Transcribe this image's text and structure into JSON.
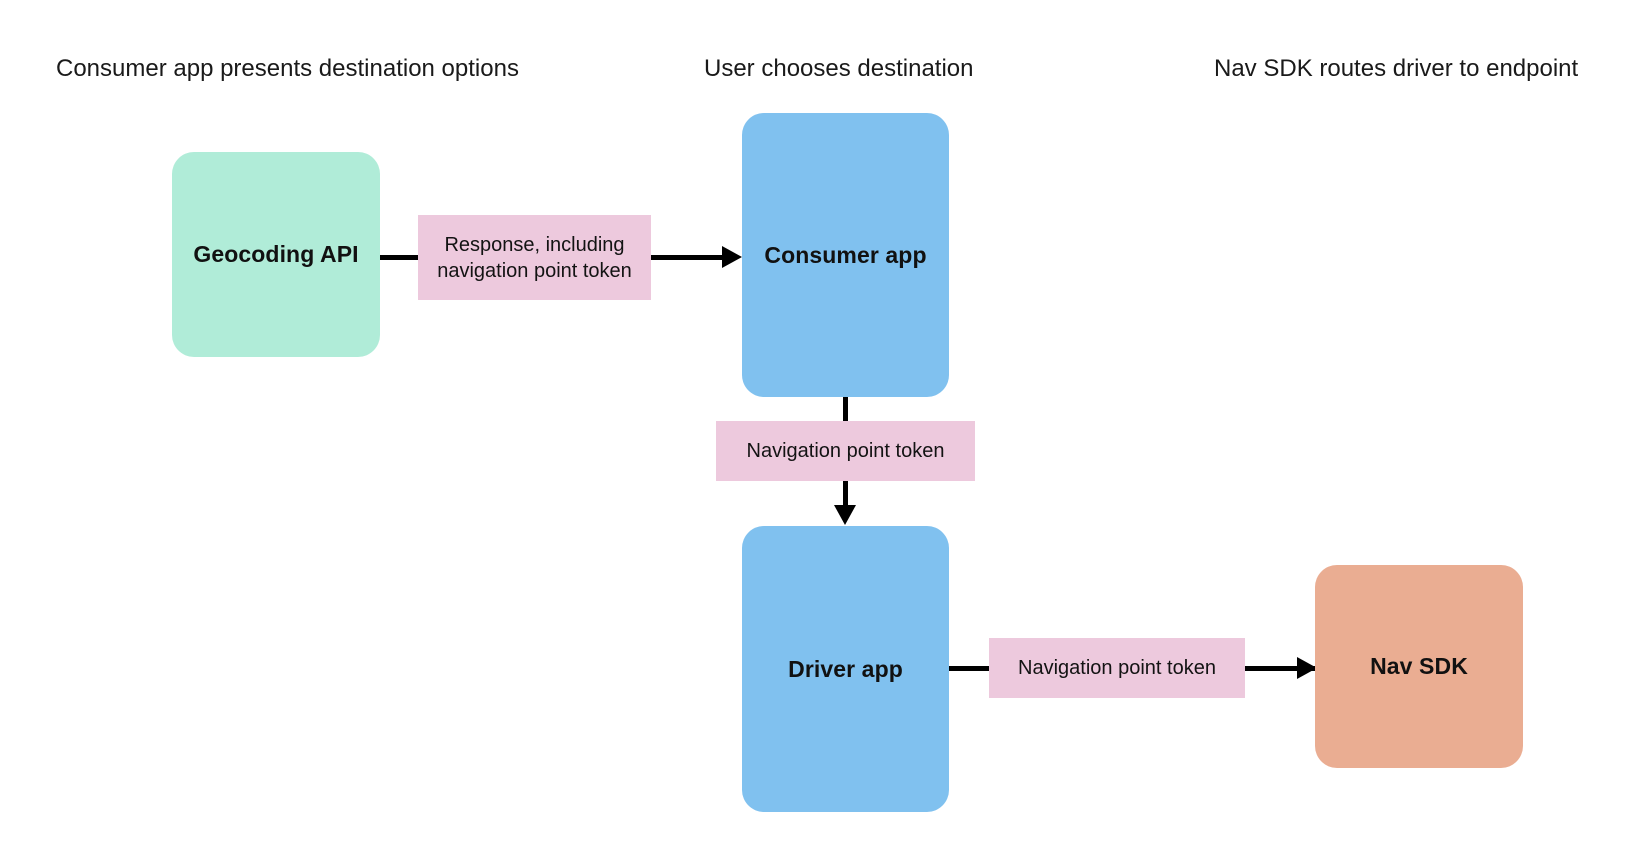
{
  "diagram": {
    "title_row": [
      {
        "id": "col-1",
        "label": "Consumer app presents destination options"
      },
      {
        "id": "col-2",
        "label": "User chooses destination"
      },
      {
        "id": "col-3",
        "label": "Nav SDK routes driver to endpoint"
      }
    ],
    "nodes": [
      {
        "id": "geocoding-api",
        "label": "Geocoding API",
        "color": "#b0ecd8"
      },
      {
        "id": "consumer-app",
        "label": "Consumer app",
        "color": "#80c1ef"
      },
      {
        "id": "driver-app",
        "label": "Driver app",
        "color": "#80c1ef"
      },
      {
        "id": "nav-sdk",
        "label": "Nav SDK",
        "color": "#eaad92"
      }
    ],
    "edge_labels": [
      {
        "id": "edge-label-response",
        "lines": [
          "Response, including",
          "navigation point",
          "token"
        ],
        "text": "Response, including navigation point token",
        "color": "#edc9dd"
      },
      {
        "id": "edge-label-nav-token-1",
        "lines": [
          "Navigation point token"
        ],
        "text": "Navigation point token",
        "color": "#edc9dd"
      },
      {
        "id": "edge-label-nav-token-2",
        "lines": [
          "Navigation point token"
        ],
        "text": "Navigation point token",
        "color": "#edc9dd"
      }
    ],
    "edges": [
      {
        "id": "edge-geocoding-to-consumer",
        "from": "geocoding-api",
        "to": "consumer-app",
        "label": "Response, including navigation point token",
        "direction": "right"
      },
      {
        "id": "edge-consumer-to-driver",
        "from": "consumer-app",
        "to": "driver-app",
        "label": "Navigation point token",
        "direction": "down"
      },
      {
        "id": "edge-driver-to-navsdk",
        "from": "driver-app",
        "to": "nav-sdk",
        "label": "Navigation point token",
        "direction": "right"
      }
    ],
    "colors": {
      "background": "#ffffff",
      "connector": "#000000",
      "text": "#1a1a1a",
      "green": "#b0ecd8",
      "blue": "#80c1ef",
      "pink": "#edc9dd",
      "orange": "#eaad92"
    }
  }
}
